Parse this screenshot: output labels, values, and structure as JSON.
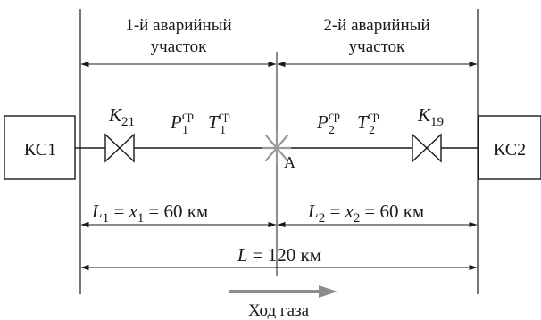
{
  "sections": {
    "first_line1": "1-й аварийный",
    "first_line2": "участок",
    "second_line1": "2-й аварийный",
    "second_line2": "участок"
  },
  "stations": {
    "left": "КС1",
    "right": "КС2"
  },
  "valves": {
    "left": {
      "symbol": "K",
      "sub": "21"
    },
    "right": {
      "symbol": "K",
      "sub": "19"
    }
  },
  "params": {
    "p1": {
      "symbol": "P",
      "sub": "1",
      "sup": "ср"
    },
    "t1": {
      "symbol": "T",
      "sub": "1",
      "sup": "ср"
    },
    "p2": {
      "symbol": "P",
      "sub": "2",
      "sup": "ср"
    },
    "t2": {
      "symbol": "T",
      "sub": "2",
      "sup": "ср"
    }
  },
  "break_point": {
    "label": "A",
    "color": "#9a9a9a"
  },
  "dimensions": {
    "l1": {
      "L": "L",
      "Lsub": "1",
      "x": "x",
      "xsub": "1",
      "value": "= 60 км"
    },
    "l2": {
      "L": "L",
      "Lsub": "2",
      "x": "x",
      "xsub": "2",
      "value": "= 60 км"
    },
    "total": {
      "L": "L",
      "value": "= 120 км"
    }
  },
  "flow": {
    "label": "Ход газа",
    "arrow_color": "#8c8c8c"
  }
}
